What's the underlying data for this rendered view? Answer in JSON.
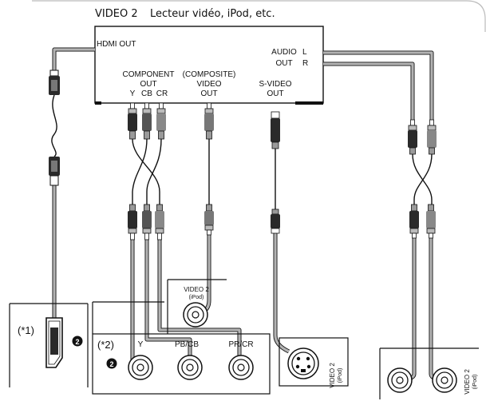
{
  "header": {
    "source_name": "VIDEO 2",
    "source_desc": "Lecteur vidéo, iPod, etc."
  },
  "device": {
    "hdmi_out": "HDMI OUT",
    "component_line1": "COMPONENT",
    "component_line2": "OUT",
    "component_y": "Y",
    "component_cb": "CB",
    "component_cr": "CR",
    "composite_line1": "(COMPOSITE)",
    "composite_line2": "VIDEO",
    "composite_line3": "OUT",
    "svideo_line1": "S-VIDEO",
    "svideo_line2": "OUT",
    "audio_line1": "AUDIO",
    "audio_line2": "OUT",
    "audio_l": "L",
    "audio_r": "R"
  },
  "receiver": {
    "note1": "(*1)",
    "note2": "(*2)",
    "step_hdmi": "2",
    "step_component": "2",
    "comp_y": "Y",
    "comp_pb": "PB/CB",
    "comp_pr": "PR/CR",
    "composite_panel_line1": "VIDEO 2",
    "composite_panel_line2": "(iPod)",
    "svideo_panel_line1": "VIDEO 2",
    "svideo_panel_line2": "(iPod)",
    "audio_panel_line1": "VIDEO 2",
    "audio_panel_line2": "(iPod)"
  },
  "colors": {
    "cable": "#b3b3b3",
    "line": "#111111",
    "plug_dark": "#2a2a2a",
    "plug_light": "#9a9a9a"
  }
}
